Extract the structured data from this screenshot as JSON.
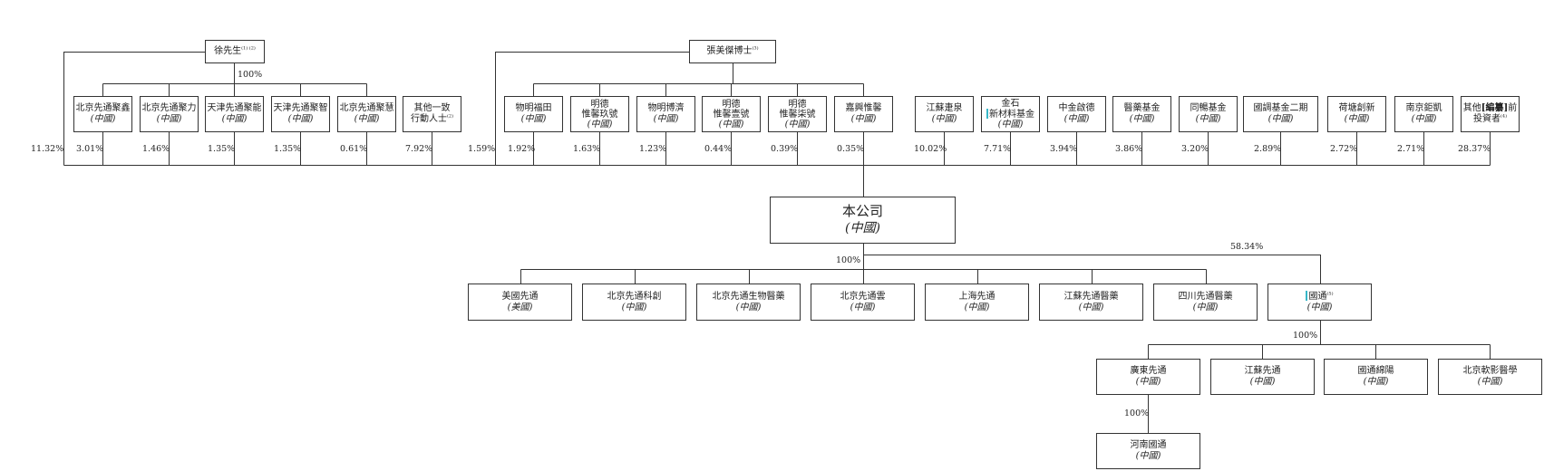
{
  "diagram": {
    "nodes": {
      "xu": {
        "name": "徐先生",
        "sup": "(1) (2)"
      },
      "zhang": {
        "name": "張美傑博士",
        "sup": "(3)"
      },
      "s1": {
        "name": "北京先通聚鑫",
        "country": "(中國)"
      },
      "s2": {
        "name": "北京先通聚力",
        "country": "(中國)"
      },
      "s3": {
        "name": "天津先通聚能",
        "country": "(中國)"
      },
      "s4": {
        "name": "天津先通聚智",
        "country": "(中國)"
      },
      "s5": {
        "name": "北京先通聚慧",
        "country": "(中國)"
      },
      "s6": {
        "line1": "其他一致",
        "line2": "行動人士",
        "sup": "(2)"
      },
      "s7": {
        "name": "物明福田",
        "country": "(中國)"
      },
      "s8": {
        "line1": "明德",
        "line2": "惟馨玖號",
        "country": "(中國)"
      },
      "s9": {
        "name": "物明博濟",
        "country": "(中國)"
      },
      "s10": {
        "line1": "明德",
        "line2": "惟馨壹號",
        "country": "(中國)"
      },
      "s11": {
        "line1": "明德",
        "line2": "惟馨柒號",
        "country": "(中國)"
      },
      "s12": {
        "name": "嘉興惟馨",
        "country": "(中國)"
      },
      "s13": {
        "name": "江蘇疌泉",
        "country": "(中國)"
      },
      "s14": {
        "line1": "金石",
        "line2": "新材料基金",
        "country": "(中國)"
      },
      "s15": {
        "name": "中金啟德",
        "country": "(中國)"
      },
      "s16": {
        "name": "醫藥基金",
        "country": "(中國)"
      },
      "s17": {
        "name": "同暢基金",
        "country": "(中國)"
      },
      "s18": {
        "name": "國調基金二期",
        "country": "(中國)"
      },
      "s19": {
        "name": "荷塘創新",
        "country": "(中國)"
      },
      "s20": {
        "name": "南京鉅凱",
        "country": "(中國)"
      },
      "s21": {
        "line1a": "其他",
        "line1b": "[編纂]",
        "line1c": "前",
        "line2": "投資者",
        "sup": "(4)"
      },
      "company": {
        "name": "本公司",
        "country": "(中國)"
      },
      "c1": {
        "name": "美國先通",
        "country": "(美國)"
      },
      "c2": {
        "name": "北京先通科創",
        "country": "(中國)"
      },
      "c3": {
        "name": "北京先通生物醫藥",
        "country": "(中國)"
      },
      "c4": {
        "name": "北京先通雲",
        "country": "(中國)"
      },
      "c5": {
        "name": "上海先通",
        "country": "(中國)"
      },
      "c6": {
        "name": "江蘇先通醫藥",
        "country": "(中國)"
      },
      "c7": {
        "name": "四川先通醫藥",
        "country": "(中國)"
      },
      "c8": {
        "name": "國通",
        "sup": "(5)",
        "country": "(中國)"
      },
      "g1": {
        "name": "廣東先通",
        "country": "(中國)"
      },
      "g2": {
        "name": "江蘇先通",
        "country": "(中國)"
      },
      "g3": {
        "name": "國通綿陽",
        "country": "(中國)"
      },
      "g4": {
        "name": "北京軟影醫學",
        "country": "(中國)"
      },
      "h1": {
        "name": "河南國通",
        "country": "(中國)"
      }
    },
    "percentages": {
      "xu_to_platforms": "100%",
      "xu_direct": "11.32%",
      "s1": "3.01%",
      "s2": "1.46%",
      "s3": "1.35%",
      "s4": "1.35%",
      "s5": "0.61%",
      "s6": "7.92%",
      "zhang_direct": "1.59%",
      "s7": "1.92%",
      "s8": "1.63%",
      "s9": "1.23%",
      "s10": "0.44%",
      "s11": "0.39%",
      "s12": "0.35%",
      "s13": "10.02%",
      "s14": "7.71%",
      "s15": "3.94%",
      "s16": "3.86%",
      "s17": "3.20%",
      "s18": "2.89%",
      "s19": "2.72%",
      "s20": "2.71%",
      "s21": "28.37%",
      "company_to_subs": "100%",
      "company_to_guotong": "58.34%",
      "guotong_to_subs": "100%",
      "guangdong_to_henan": "100%"
    }
  }
}
